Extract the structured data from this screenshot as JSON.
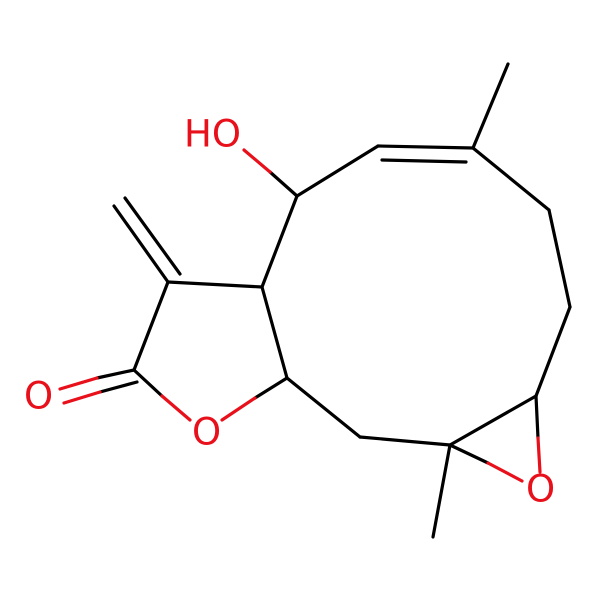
{
  "molecule": {
    "atom_labels": {
      "hydroxyl": "HO",
      "carbonyl_oxygen": "O",
      "ring_oxygen": "O",
      "epoxide_oxygen": "O"
    }
  },
  "colors": {
    "bond": "#000000",
    "heteroatom_oxygen": "#e8101a",
    "background": "#ffffff"
  }
}
